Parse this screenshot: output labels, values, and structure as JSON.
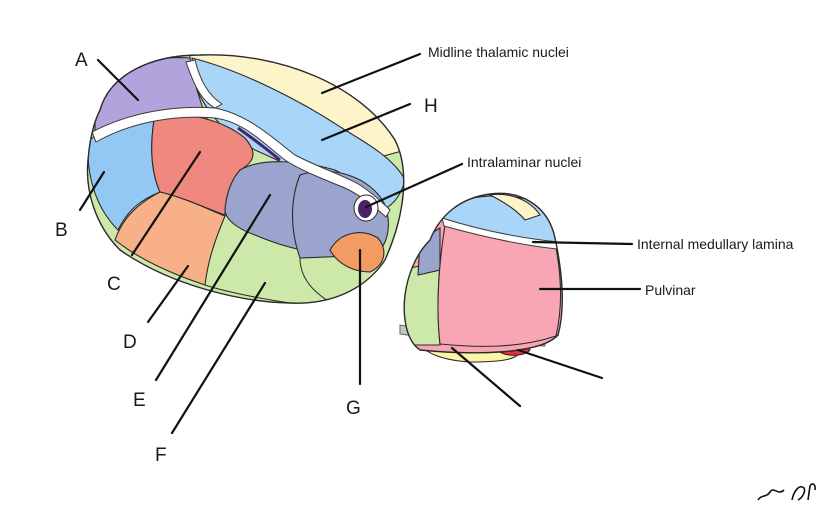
{
  "diagram": {
    "letter_labels": [
      "A",
      "B",
      "C",
      "D",
      "E",
      "F",
      "G",
      "H"
    ],
    "named_labels": {
      "midline": "Midline thalamic nuclei",
      "intralaminar": "Intralaminar nuclei",
      "internal_medullary": "Internal medullary lamina",
      "pulvinar": "Pulvinar"
    },
    "colors": {
      "A": "#b3a3dc",
      "B": "#93c8f4",
      "C": "#f08880",
      "D": "#f7b088",
      "E": "#9aa4cc",
      "F": "#cde9a9",
      "G": "#f49a63",
      "H": "#a9d6f8",
      "midline": "#fdf4c9",
      "pulvinar": "#f8a6b4",
      "intralaminar": "#4a2468",
      "red_nucleus": "#e8323f"
    }
  }
}
